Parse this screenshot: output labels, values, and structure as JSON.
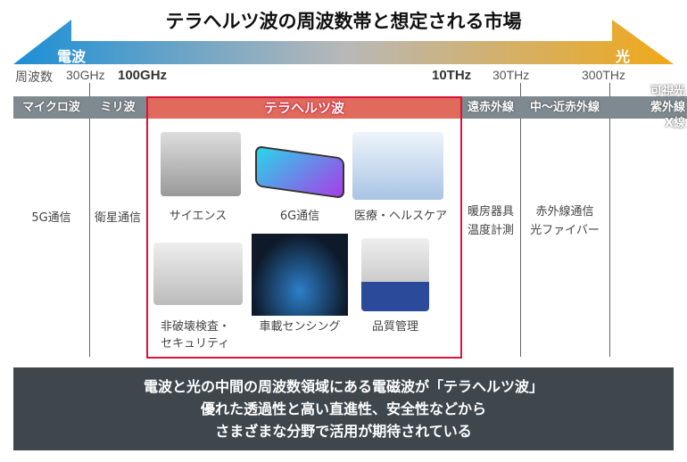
{
  "title": "テラヘルツ波の周波数帯と想定される市場",
  "arrow": {
    "left_label": "電波",
    "right_label": "光",
    "left_color": "#1b8fd6",
    "right_color": "#f0a818"
  },
  "frequencies": {
    "label": "周波数",
    "ticks": [
      "30GHz",
      "100GHz",
      "10THz",
      "30THz",
      "300THz"
    ]
  },
  "bands": [
    "マイクロ波",
    "ミリ波",
    "テラヘルツ波",
    "遠赤外線",
    "中～近赤外線",
    "可視光",
    "紫外線",
    "X線"
  ],
  "markets": {
    "microwave": "5G通信",
    "millimeter": "衛星通信",
    "terahertz": [
      "サイエンス",
      "6G通信",
      "医療・ヘルスケア",
      "非破壊検査・",
      "セキュリティ",
      "車載センシング",
      "品質管理"
    ],
    "far_ir": [
      "暖房器具",
      "温度計測"
    ],
    "near_ir": [
      "赤外線通信",
      "光ファイバー"
    ]
  },
  "summary": [
    "電波と光の中間の周波数領域にある電磁波が「テラヘルツ波」",
    "優れた透過性と高い直進性、安全性などから",
    "さまざまな分野で活用が期待されている"
  ]
}
